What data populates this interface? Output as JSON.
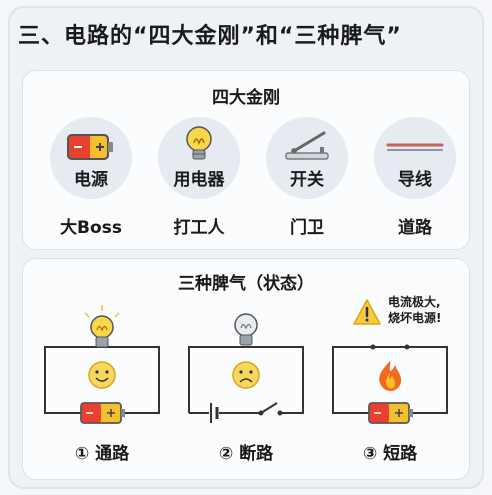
{
  "title": "三、电路的“四大金刚”和“三种脾气”",
  "components_section": {
    "title": "四大金刚",
    "items": [
      {
        "label": "电源",
        "role": "大Boss",
        "icon": "battery-icon"
      },
      {
        "label": "用电器",
        "role": "打工人",
        "icon": "light-bulb-icon"
      },
      {
        "label": "开关",
        "role": "门卫",
        "icon": "switch-icon"
      },
      {
        "label": "导线",
        "role": "道路",
        "icon": "wire-icon"
      }
    ]
  },
  "states_section": {
    "title": "三种脾气（状态）",
    "states": [
      {
        "label": "① 通路",
        "icon": "smiling-face-icon"
      },
      {
        "label": "② 断路",
        "icon": "sad-face-icon"
      },
      {
        "label": "③ 短路",
        "icon": "fire-icon"
      }
    ],
    "warning": {
      "line1": "电流极大,",
      "line2": "烧坏电源!",
      "icon": "warning-icon"
    }
  },
  "colors": {
    "battery_red": "#e8412f",
    "battery_yellow": "#f5c030",
    "bulb_yellow": "#f7d84a",
    "wire_red": "#c9605a",
    "face_yellow": "#f9d65c",
    "fire_orange": "#f26a1e"
  }
}
